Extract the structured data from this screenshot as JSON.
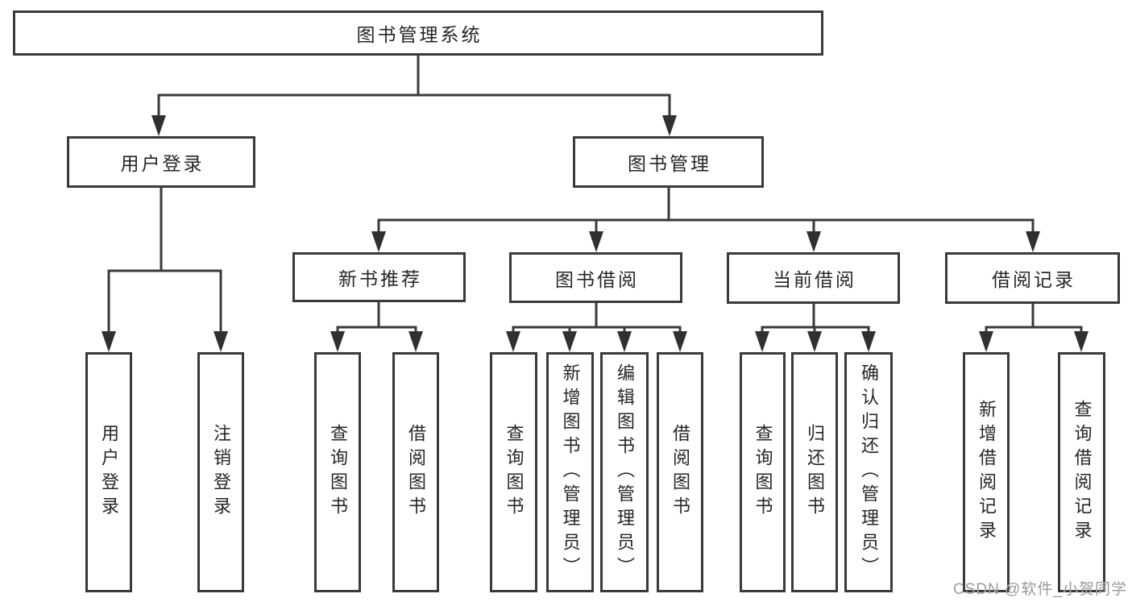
{
  "diagram": {
    "watermark": "CSDN @软件_小贺同学",
    "colors": {
      "line": "#3a3a3a",
      "text": "#262626",
      "background": "#ffffff",
      "watermark": "#9b9b9b"
    },
    "tree": {
      "root": {
        "label": "图书管理系统"
      },
      "branches": [
        {
          "label": "用户登录",
          "children": [
            {
              "label": "用户登录"
            },
            {
              "label": "注销登录"
            }
          ]
        },
        {
          "label": "图书管理",
          "children": [
            {
              "label": "新书推荐",
              "children": [
                {
                  "label": "查询图书"
                },
                {
                  "label": "借阅图书"
                }
              ]
            },
            {
              "label": "图书借阅",
              "children": [
                {
                  "label": "查询图书"
                },
                {
                  "label": "新增图书（管理员）"
                },
                {
                  "label": "编辑图书（管理员）"
                },
                {
                  "label": "借阅图书"
                }
              ]
            },
            {
              "label": "当前借阅",
              "children": [
                {
                  "label": "查询图书"
                },
                {
                  "label": "归还图书"
                },
                {
                  "label": "确认归还（管理员）"
                }
              ]
            },
            {
              "label": "借阅记录",
              "children": [
                {
                  "label": "新增借阅记录"
                },
                {
                  "label": "查询借阅记录"
                }
              ]
            }
          ]
        }
      ]
    }
  }
}
